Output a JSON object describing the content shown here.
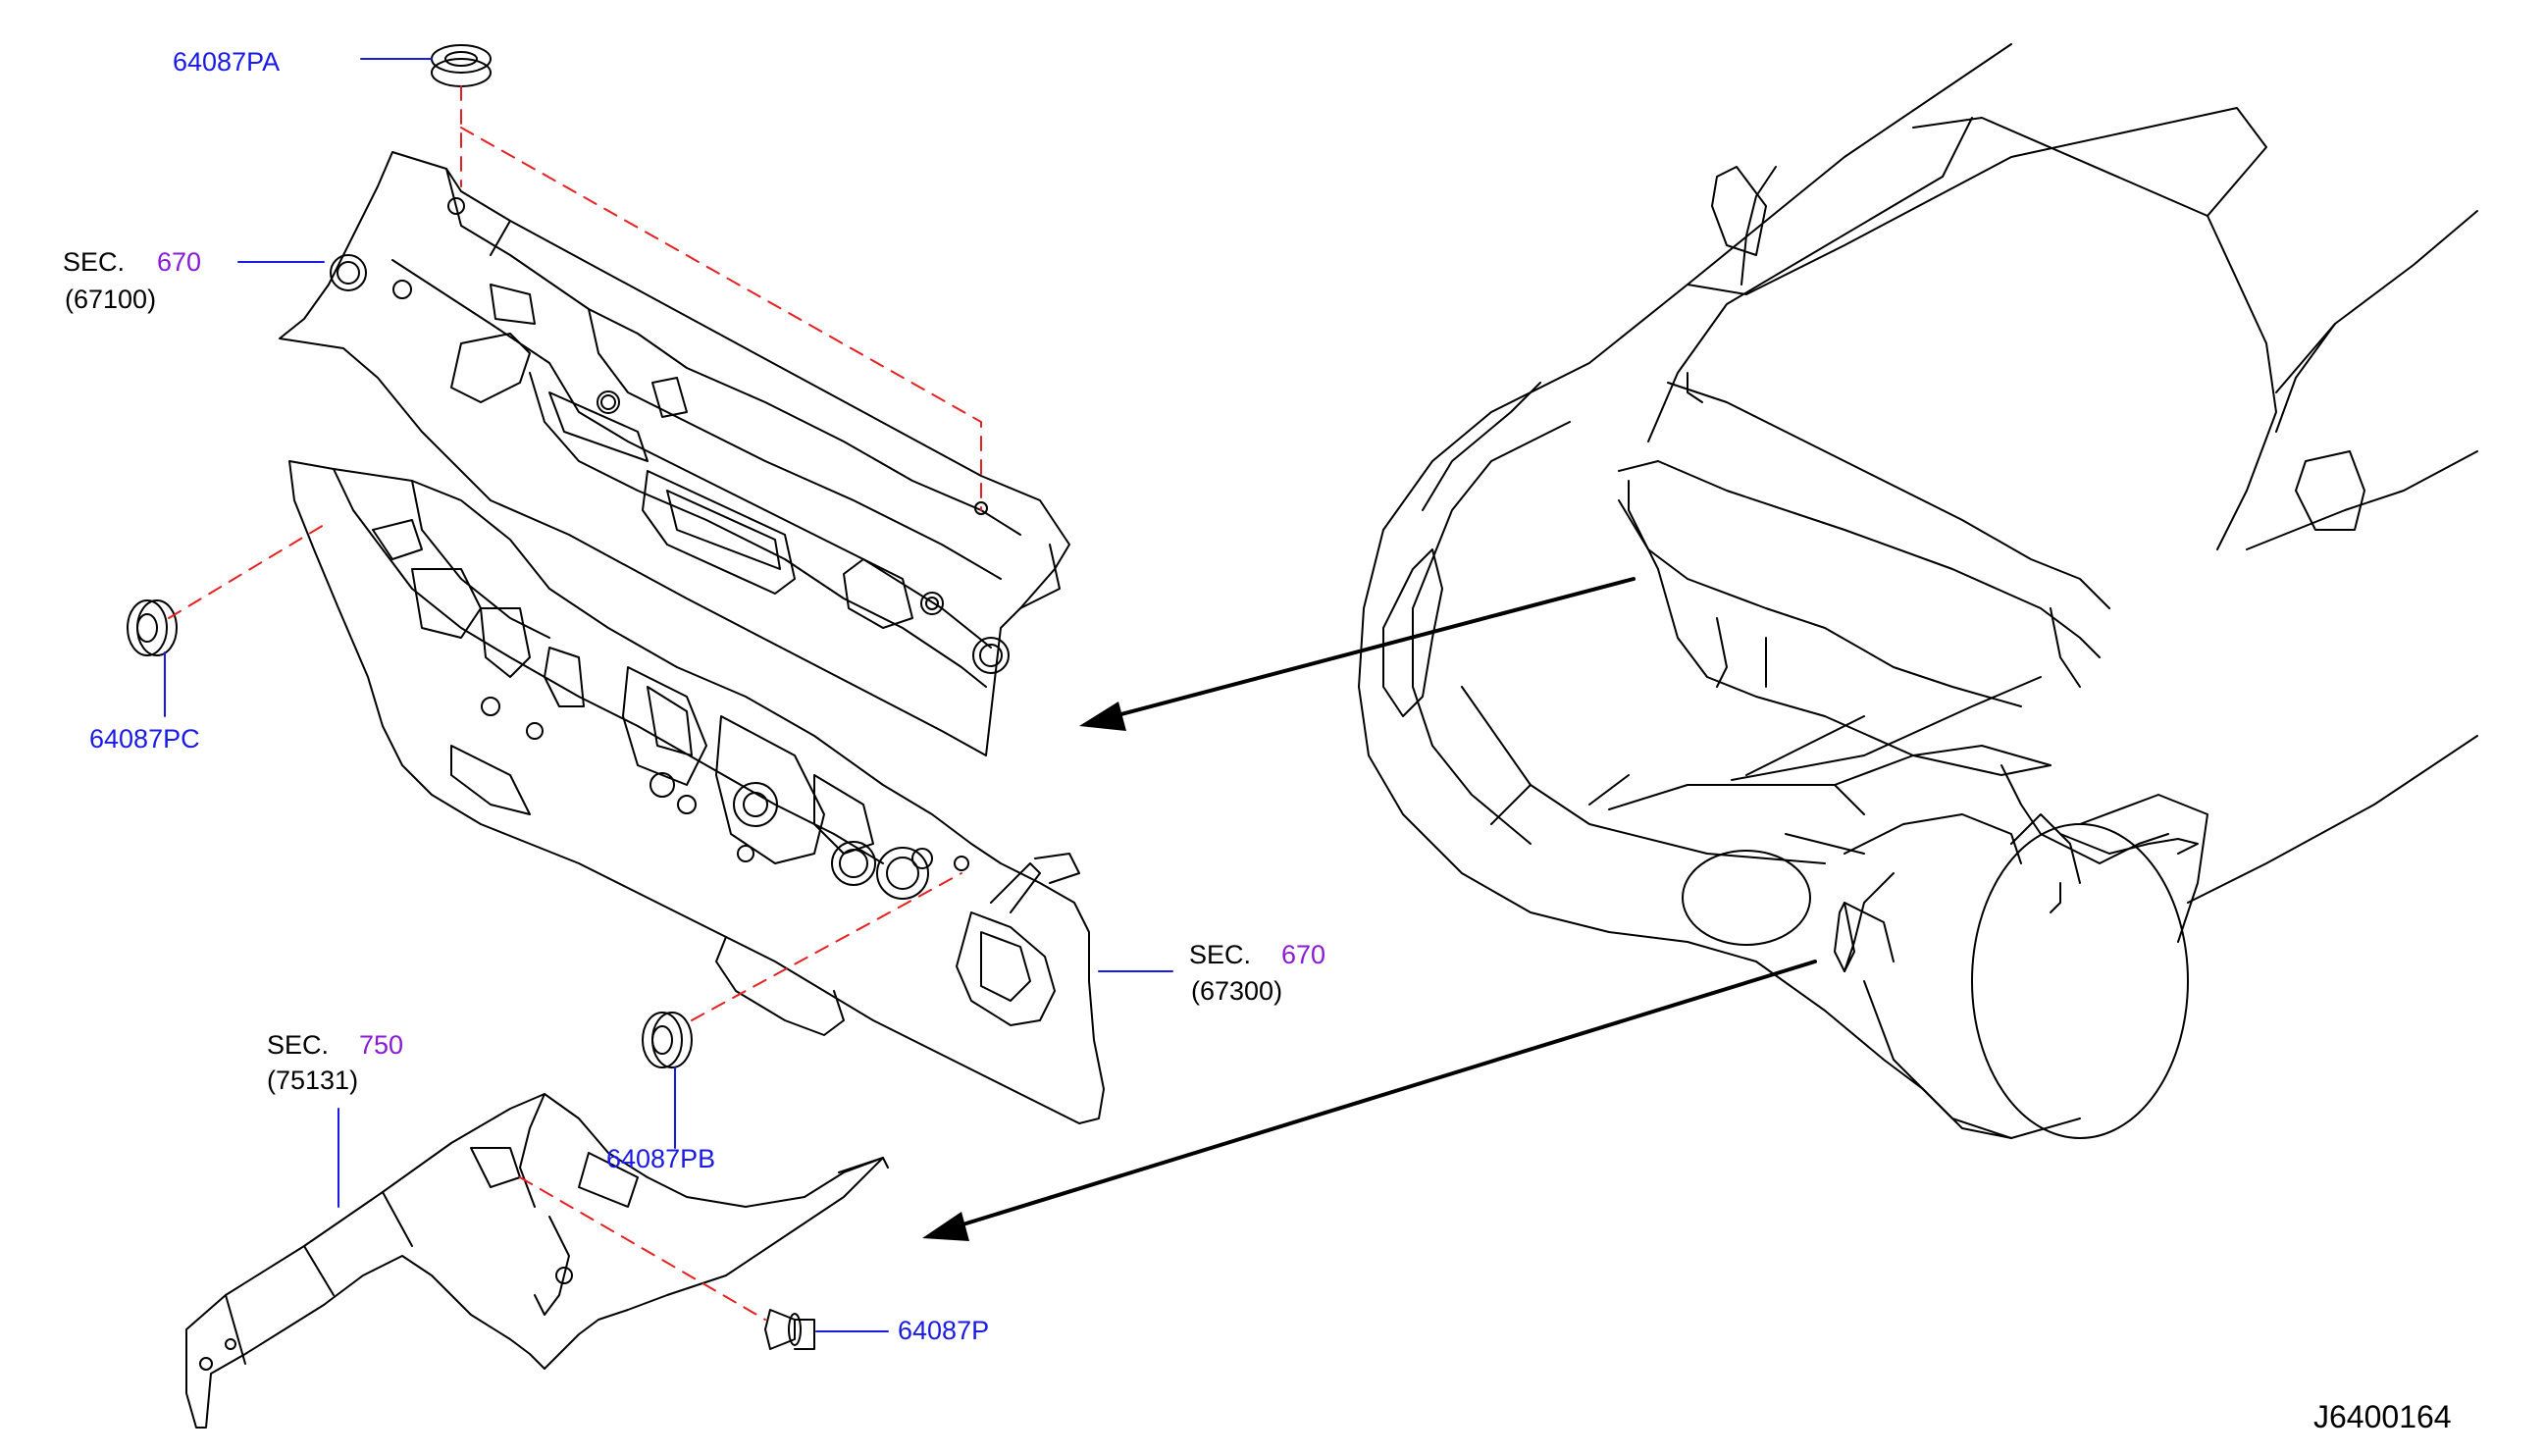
{
  "labels": {
    "pa": "64087PA",
    "pc": "64087PC",
    "pb": "64087PB",
    "p": "64087P",
    "sec_text": "SEC.",
    "sec_cowl_num": "670",
    "sec_cowl_sub": "(67100)",
    "sec_dash_num": "670",
    "sec_dash_sub": "(67300)",
    "sec_hood_num": "750",
    "sec_hood_sub": "(75131)",
    "diagram_code": "J6400164"
  },
  "colors": {
    "line": "#000000",
    "leader": "#1a1ae6",
    "part_text": "#1a1ae6",
    "section_text": "#8a1ad6",
    "dash_line": "#e62020"
  }
}
